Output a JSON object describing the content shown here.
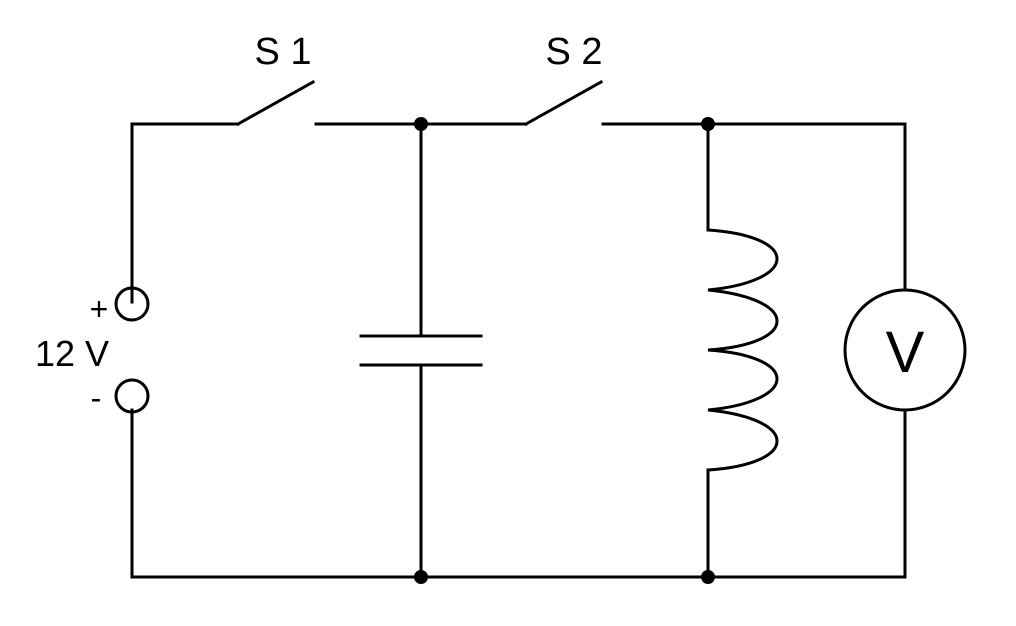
{
  "diagram": {
    "labels": {
      "switch1": "S 1",
      "switch2": "S 2",
      "source_plus": "+",
      "source_voltage": "12 V",
      "source_minus": "-",
      "voltmeter": "V"
    },
    "colors": {
      "line": "#000000",
      "background": "#ffffff"
    }
  }
}
